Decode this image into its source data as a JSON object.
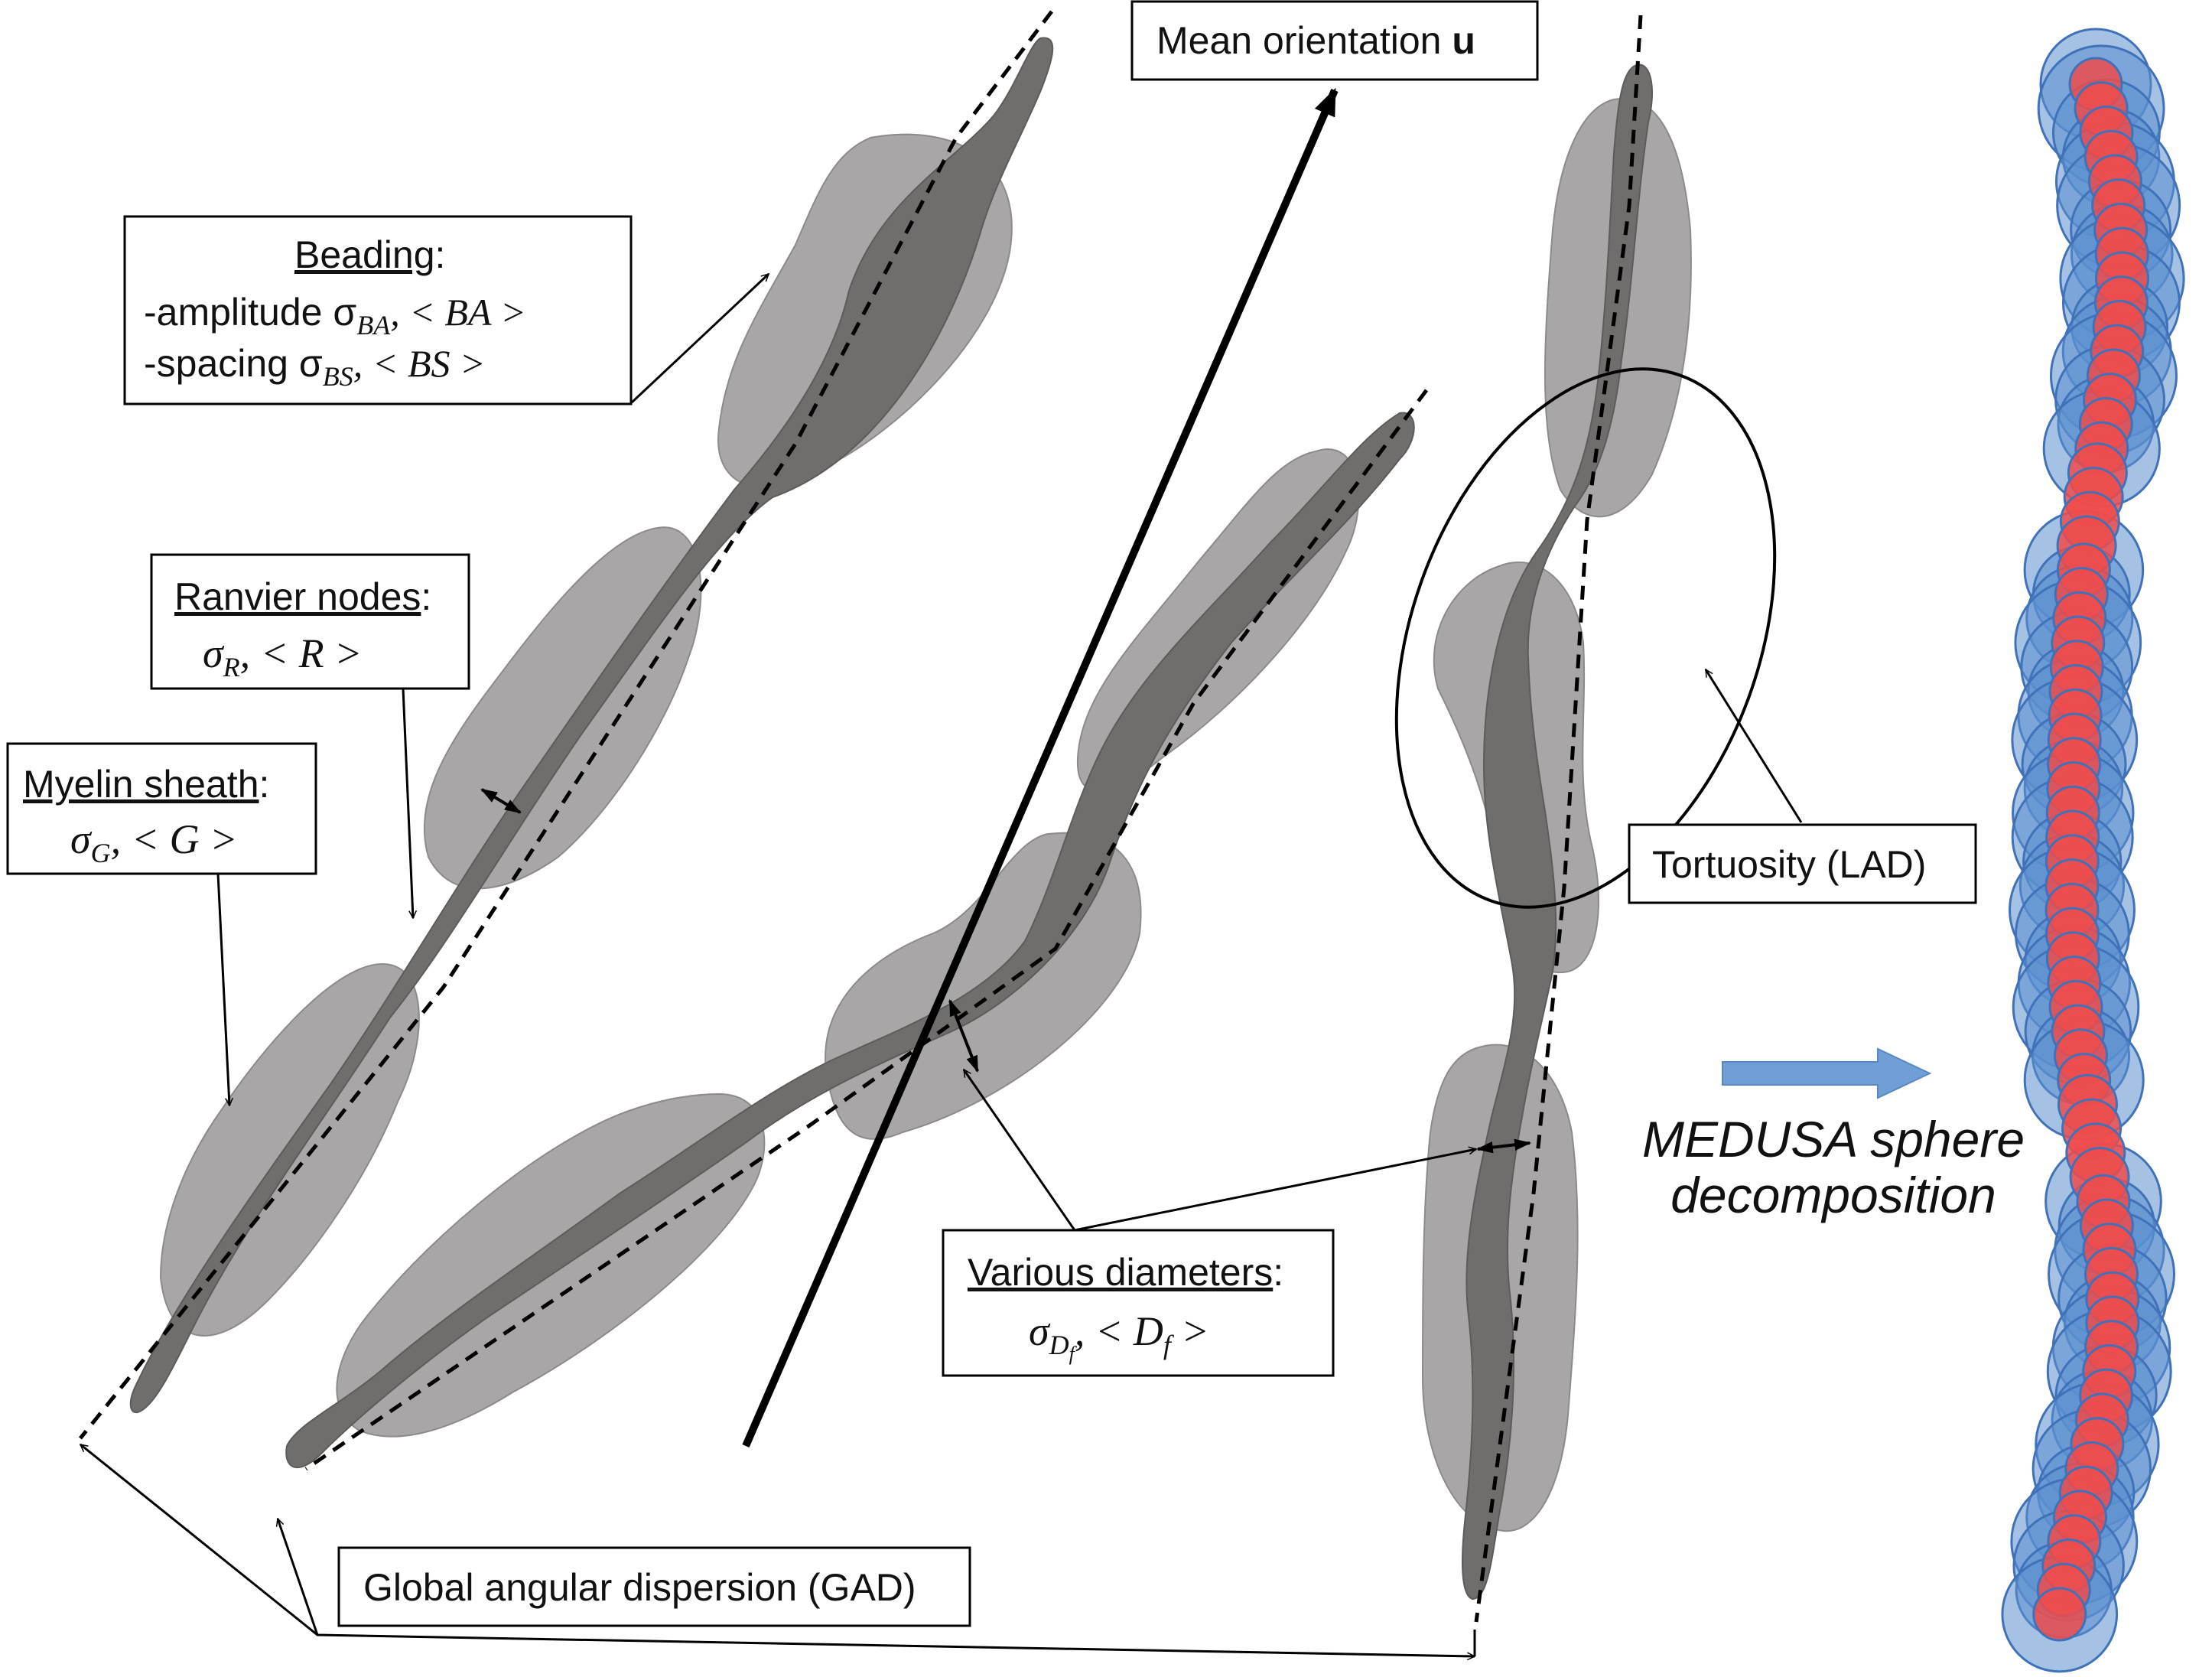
{
  "labels": {
    "mean_orientation": "Mean orientation",
    "mean_orientation_symbol": "u",
    "beading_title": "Beading",
    "beading_amplitude": "-amplitude σ",
    "beading_amplitude_sub": "BA",
    "beading_amplitude_mean": ", < BA >",
    "beading_spacing": "-spacing σ",
    "beading_spacing_sub": "BS",
    "beading_spacing_mean": ", < BS >",
    "ranvier_title": "Ranvier nodes",
    "ranvier_sigma": "σ",
    "ranvier_sub": "R",
    "ranvier_mean": ", < R >",
    "myelin_title": "Myelin sheath",
    "myelin_sigma": "σ",
    "myelin_sub": "G",
    "myelin_mean": ", < G >",
    "tortuosity": "Tortuosity (LAD)",
    "diameters_title": "Various diameters",
    "diameters_sigma": "σ",
    "diameters_sub": "D",
    "diameters_subsub": "f",
    "diameters_mean": ", < D",
    "diameters_mean_sub": "f",
    "diameters_mean_end": " >",
    "gad": "Global angular dispersion (GAD)",
    "medusa_line1": "MEDUSA sphere",
    "medusa_line2": "decomposition",
    "colon": ":"
  },
  "colors": {
    "myelin": "#a8a6a6",
    "axon": "#706d6d",
    "sphere_outer": "#5b8fd0",
    "sphere_inner": "#ef4b4b",
    "arrow_blue": "#6f9fd6"
  }
}
